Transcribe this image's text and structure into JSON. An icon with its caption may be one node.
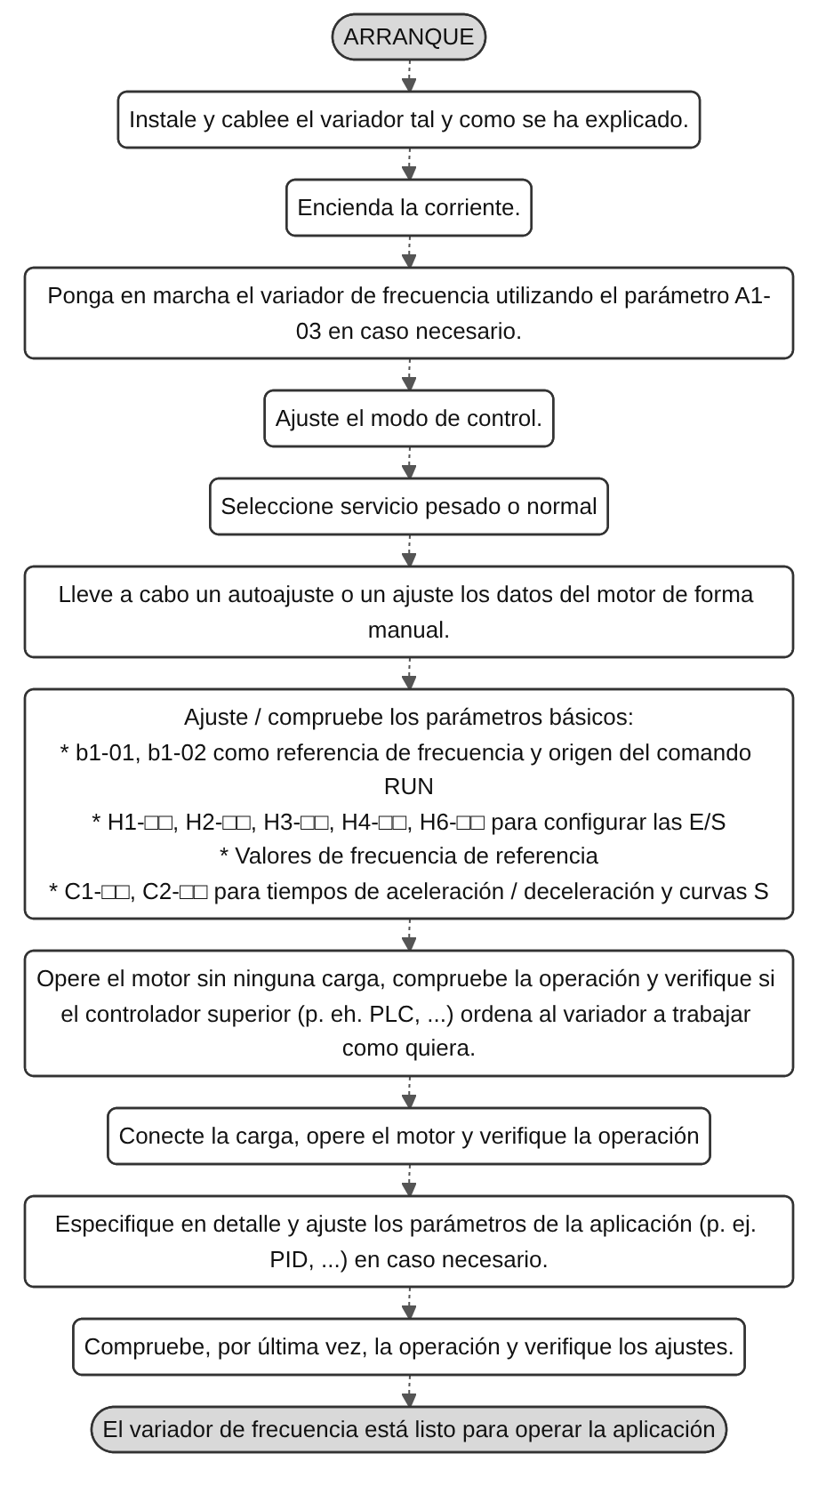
{
  "diagram": {
    "nodes": [
      {
        "text": [
          "ARRANQUE"
        ]
      },
      {
        "text": [
          "Instale y cablee el variador tal y como se ha explicado."
        ]
      },
      {
        "text": [
          "Encienda la corriente."
        ]
      },
      {
        "text": [
          "Ponga en marcha el variador de frecuencia utilizando el parámetro A1-03 en caso necesario."
        ]
      },
      {
        "text": [
          "Ajuste el modo de control."
        ]
      },
      {
        "text": [
          "Seleccione servicio pesado o normal"
        ]
      },
      {
        "text": [
          "Lleve a cabo un autoajuste o un ajuste los datos del motor de forma manual."
        ]
      },
      {
        "text": [
          "Ajuste / compruebe los parámetros básicos:",
          "* b1-01, b1-02 como referencia de frecuencia y origen del comando RUN",
          "* H1-□□, H2-□□, H3-□□, H4-□□, H6-□□ para configurar las E/S",
          "* Valores de frecuencia de referencia",
          "* C1-□□, C2-□□ para tiempos de aceleración / deceleración y curvas S"
        ]
      },
      {
        "text": [
          "Opere el motor sin ninguna carga, compruebe la operación y verifique si el controlador superior (p. eh. PLC, ...) ordena al variador a trabajar como quiera."
        ]
      },
      {
        "text": [
          "Conecte la carga, opere el motor y verifique la operación"
        ]
      },
      {
        "text": [
          "Especifique en detalle y ajuste los parámetros de la aplicación (p. ej. PID, ...) en caso necesario."
        ]
      },
      {
        "text": [
          "Compruebe, por última vez, la operación y verifique los ajustes."
        ]
      },
      {
        "text": [
          "El variador de frecuencia está listo para operar la aplicación"
        ]
      }
    ],
    "edges": [
      {
        "from": 0,
        "to": 1,
        "arrow": "to",
        "style": "dashed"
      },
      {
        "from": 1,
        "to": 2,
        "arrow": "to",
        "style": "dashed"
      },
      {
        "from": 2,
        "to": 3,
        "arrow": "to",
        "style": "dashed"
      },
      {
        "from": 3,
        "to": 4,
        "arrow": "to",
        "style": "dashed"
      },
      {
        "from": 4,
        "to": 5,
        "arrow": "to",
        "style": "dashed"
      },
      {
        "from": 5,
        "to": 6,
        "arrow": "to",
        "style": "dashed"
      },
      {
        "from": 6,
        "to": 7,
        "arrow": "to",
        "style": "dashed"
      },
      {
        "from": 7,
        "to": 8,
        "arrow": "to",
        "style": "dashed"
      },
      {
        "from": 8,
        "to": 9,
        "arrow": "to",
        "style": "dashed"
      },
      {
        "from": 9,
        "to": 10,
        "arrow": "to",
        "style": "dashed"
      },
      {
        "from": 10,
        "to": 11,
        "arrow": "to",
        "style": "dashed"
      },
      {
        "from": 11,
        "to": 12,
        "arrow": "to",
        "style": "dashed"
      }
    ]
  }
}
